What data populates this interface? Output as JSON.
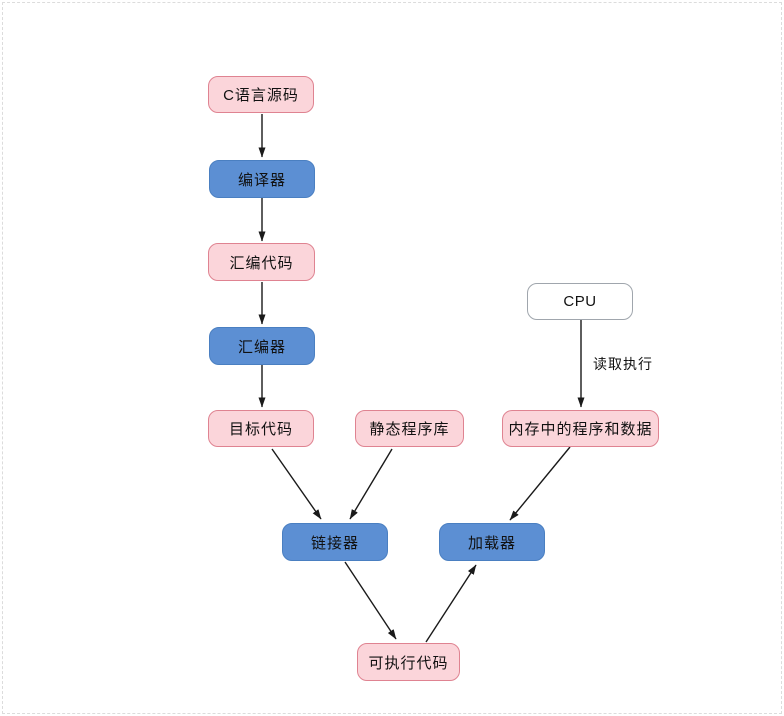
{
  "diagram": {
    "type": "flowchart",
    "nodes": [
      {
        "id": "c-source",
        "label": "C语言源码",
        "style": "pink"
      },
      {
        "id": "compiler",
        "label": "编译器",
        "style": "blue"
      },
      {
        "id": "assembly-code",
        "label": "汇编代码",
        "style": "pink"
      },
      {
        "id": "assembler",
        "label": "汇编器",
        "style": "blue"
      },
      {
        "id": "object-code",
        "label": "目标代码",
        "style": "pink"
      },
      {
        "id": "static-library",
        "label": "静态程序库",
        "style": "pink"
      },
      {
        "id": "cpu",
        "label": "CPU",
        "style": "white"
      },
      {
        "id": "memory",
        "label": "内存中的程序和数据",
        "style": "pink"
      },
      {
        "id": "linker",
        "label": "链接器",
        "style": "blue"
      },
      {
        "id": "loader",
        "label": "加载器",
        "style": "blue"
      },
      {
        "id": "executable",
        "label": "可执行代码",
        "style": "pink"
      }
    ],
    "edges": [
      {
        "from": "c-source",
        "to": "compiler",
        "label": ""
      },
      {
        "from": "compiler",
        "to": "assembly-code",
        "label": ""
      },
      {
        "from": "assembly-code",
        "to": "assembler",
        "label": ""
      },
      {
        "from": "assembler",
        "to": "object-code",
        "label": ""
      },
      {
        "from": "cpu",
        "to": "memory",
        "label": "读取执行"
      },
      {
        "from": "object-code",
        "to": "linker",
        "label": ""
      },
      {
        "from": "static-library",
        "to": "linker",
        "label": ""
      },
      {
        "from": "memory",
        "to": "loader",
        "label": ""
      },
      {
        "from": "linker",
        "to": "executable",
        "label": ""
      },
      {
        "from": "executable",
        "to": "loader",
        "label": ""
      }
    ],
    "colors": {
      "pink_fill": "#FBD5DA",
      "pink_border": "#DF8391",
      "blue_fill": "#5C8FD3",
      "blue_border": "#4A7FC1",
      "white_fill": "#FFFFFF",
      "white_border": "#A0A6AD",
      "arrow": "#1A1A1A",
      "text": "#111111",
      "page_border": "#DCDCDC"
    }
  }
}
